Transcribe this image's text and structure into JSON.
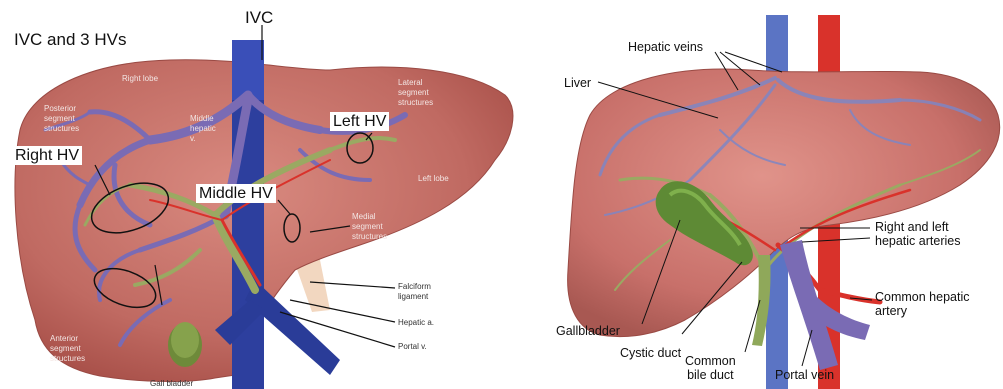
{
  "left": {
    "title": "IVC and 3 HVs",
    "ivc": "IVC",
    "right_hv": "Right HV",
    "middle_hv": "Middle HV",
    "left_hv": "Left HV",
    "right_lobe": "Right lobe",
    "left_lobe": "Left lobe",
    "posterior": [
      "Posterior",
      "segment",
      "structures"
    ],
    "middle_hepatic": [
      "Middle",
      "hepatic",
      "v."
    ],
    "lateral": [
      "Lateral",
      "segment",
      "structures"
    ],
    "medial": [
      "Medial",
      "segment",
      "structures"
    ],
    "anterior": [
      "Anterior",
      "segment",
      "structures"
    ],
    "falciform": [
      "Falciform",
      "ligament"
    ],
    "hepatic_a": "Hepatic a.",
    "portal_v": "Portal v.",
    "gallbladder": "Gall bladder"
  },
  "right": {
    "hepatic_veins": "Hepatic veins",
    "liver": "Liver",
    "arteries": [
      "Right and left",
      "hepatic arteries"
    ],
    "common_hepatic": [
      "Common hepatic",
      "artery"
    ],
    "gallbladder": "Gallbladder",
    "cystic_duct": "Cystic duct",
    "common_bile": [
      "Common",
      "bile duct"
    ],
    "portal_vein": "Portal vein"
  },
  "colors": {
    "liver": "#c8706a",
    "vein": "#7a6bb4",
    "ivc": "#2d3f9e",
    "artery": "#d9322b",
    "bile": "#8fa85a",
    "gallbladder": "#6fa04a"
  }
}
